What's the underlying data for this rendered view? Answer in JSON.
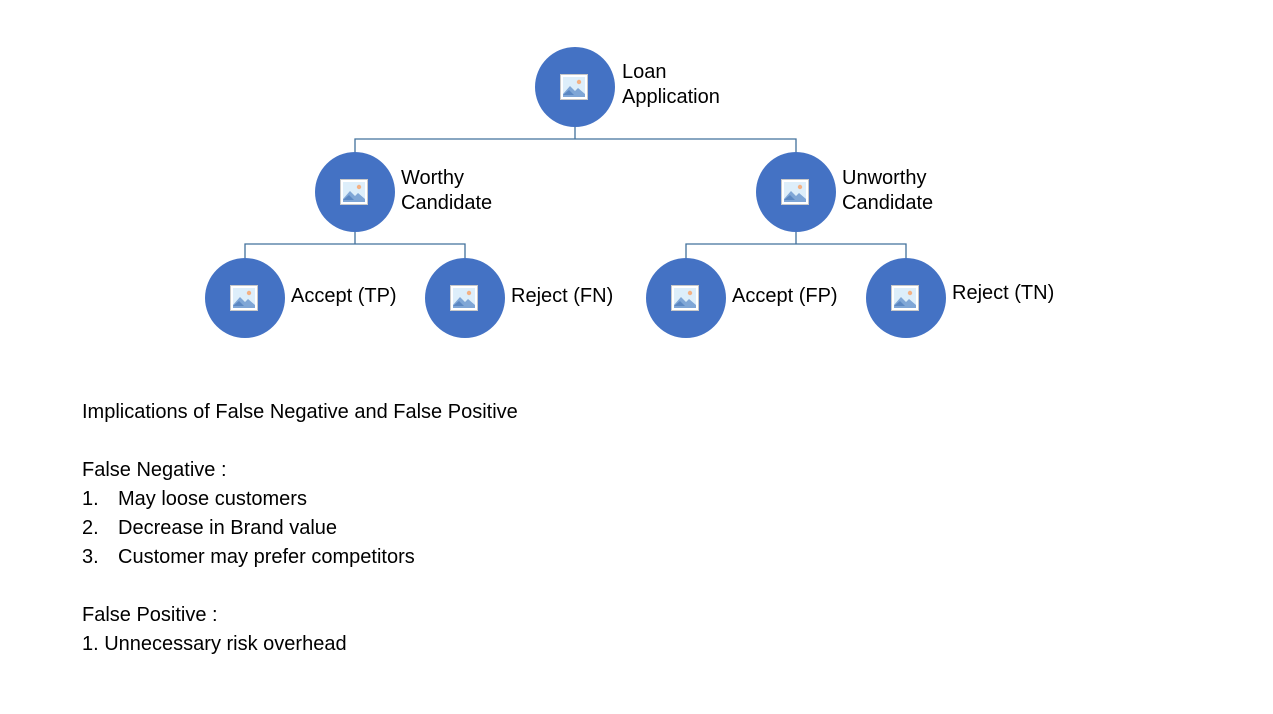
{
  "colors": {
    "node_fill": "#4472c4",
    "connector": "#41719c",
    "text": "#000000"
  },
  "nodes": {
    "root": {
      "line1": "Loan",
      "line2": "Application",
      "icon": "image-placeholder-icon"
    },
    "worthy": {
      "line1": "Worthy",
      "line2": "Candidate",
      "icon": "image-placeholder-icon"
    },
    "unworthy": {
      "line1": "Unworthy",
      "line2": "Candidate",
      "icon": "image-placeholder-icon"
    },
    "accept_tp": {
      "label": "Accept (TP)",
      "icon": "image-placeholder-icon"
    },
    "reject_fn": {
      "label": "Reject (FN)",
      "icon": "image-placeholder-icon"
    },
    "accept_fp": {
      "label": "Accept (FP)",
      "icon": "image-placeholder-icon"
    },
    "reject_tn": {
      "label": "Reject (TN)",
      "icon": "image-placeholder-icon"
    }
  },
  "implications": {
    "heading": "Implications of False Negative and False Positive",
    "false_negative": {
      "title": "False Negative :",
      "items": [
        {
          "num": "1.",
          "text": "May loose customers"
        },
        {
          "num": "2.",
          "text": "Decrease in Brand value"
        },
        {
          "num": "3.",
          "text": "Customer may prefer competitors"
        }
      ]
    },
    "false_positive": {
      "title": "False Positive :",
      "items": [
        {
          "text": "1. Unnecessary risk overhead"
        }
      ]
    }
  }
}
